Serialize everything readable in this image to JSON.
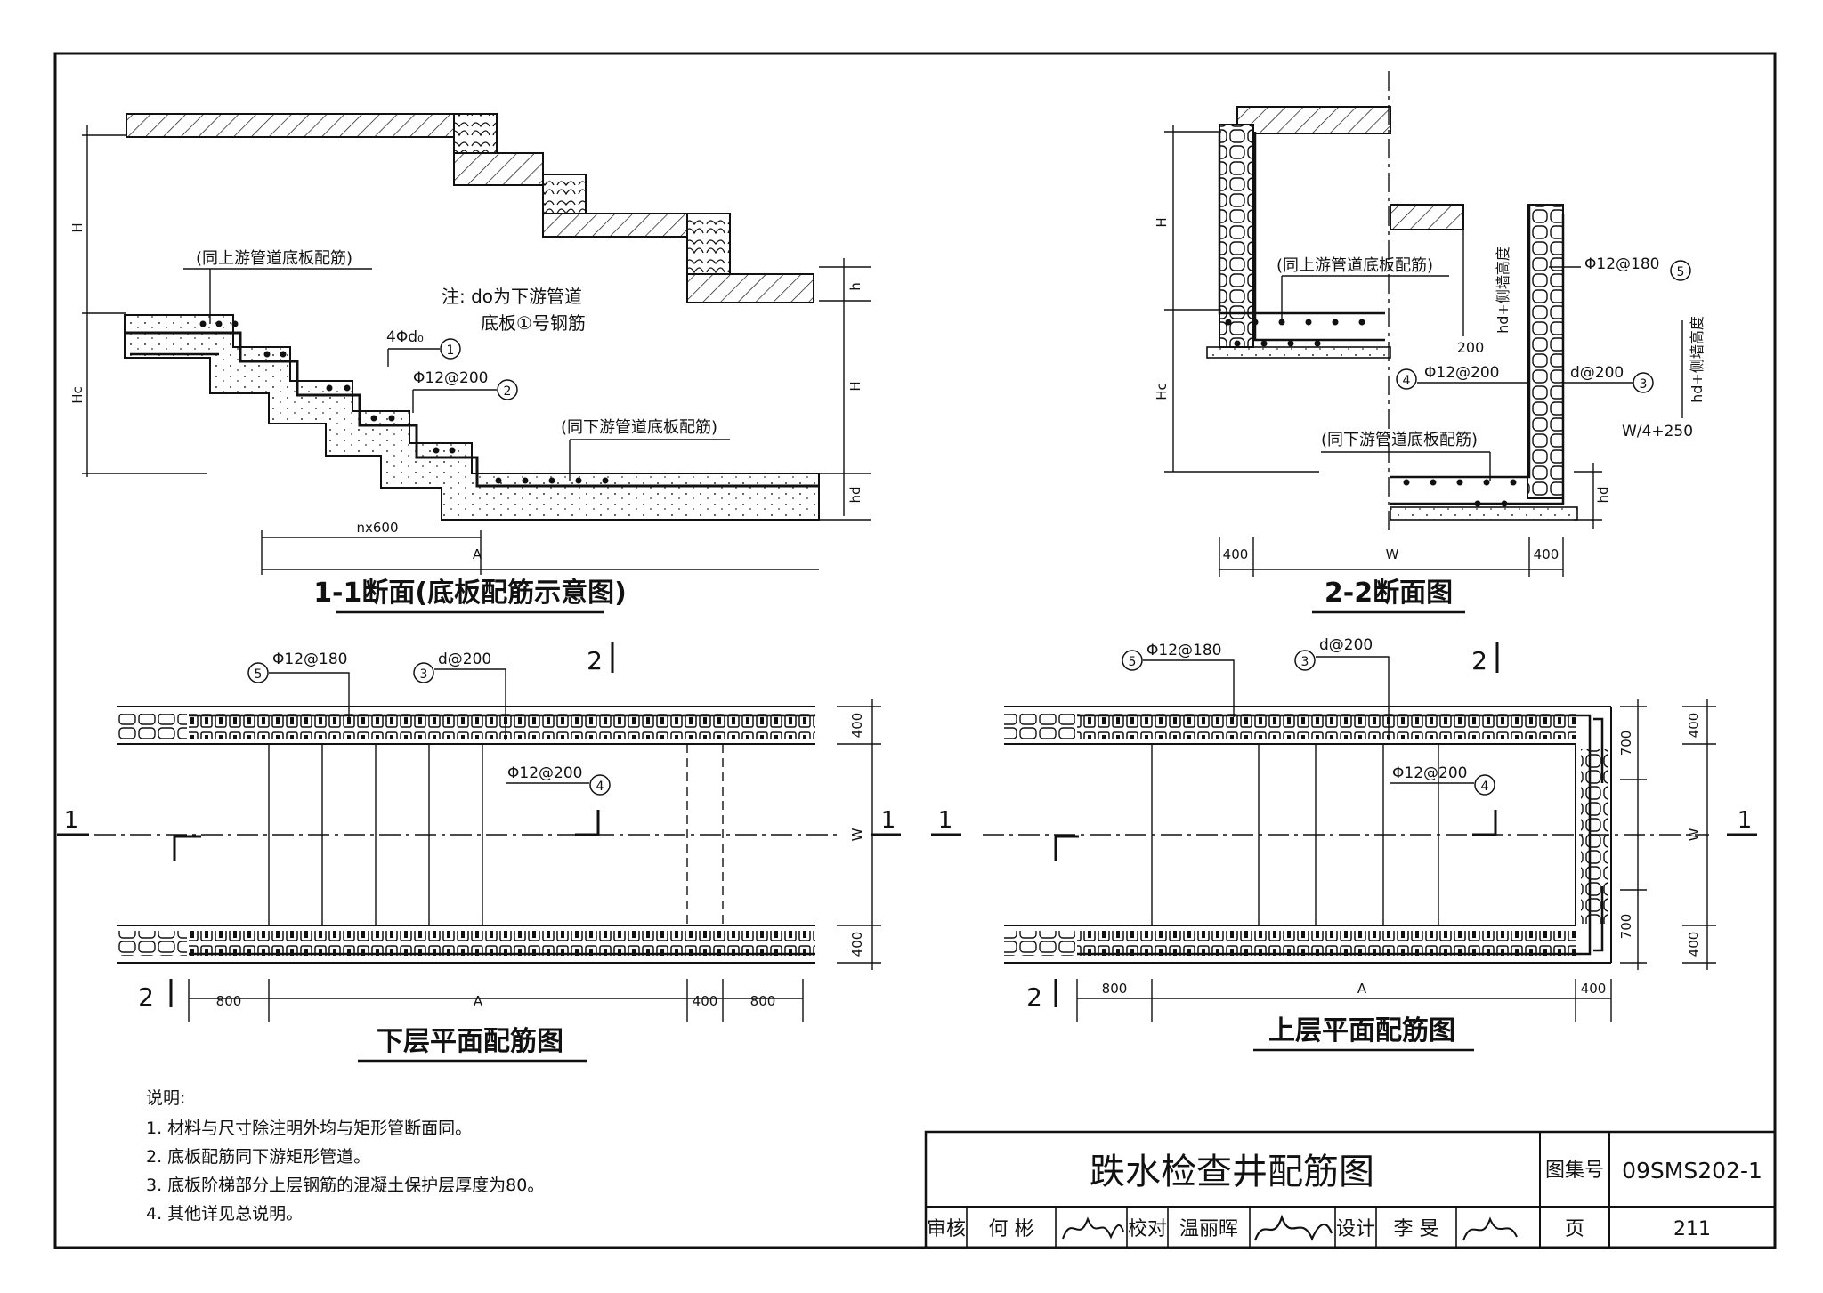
{
  "sec11": {
    "title": "1-1断面(底板配筋示意图)",
    "dim_H_left": "H",
    "dim_Hc": "Hc",
    "dim_h": "h",
    "dim_H_right": "H",
    "dim_hd": "hd",
    "dim_nx600": "nx600",
    "dim_A": "A",
    "note_upstream": "(同上游管道底板配筋)",
    "note_downstream": "(同下游管道底板配筋)",
    "note_line1": "注: do为下游管道",
    "note_line2": "底板①号钢筋",
    "bar1": "4Φd₀",
    "bar1_no": "1",
    "bar2": "Φ12@200",
    "bar2_no": "2"
  },
  "sec22": {
    "title": "2-2断面图",
    "dim_H": "H",
    "dim_Hc": "Hc",
    "dim_200": "200",
    "dim_hd": "hd",
    "dim_400_left": "400",
    "dim_W": "W",
    "dim_400_right": "400",
    "note_upstream": "(同上游管道底板配筋)",
    "note_downstream": "(同下游管道底板配筋)",
    "rot_height": "hd+侧墙高度",
    "rot_height2": "hd+侧墙高度",
    "bar5": "Φ12@180",
    "bar5_no": "5",
    "bar4": "Φ12@200",
    "bar4_no": "4",
    "bar3": "d@200",
    "bar3_no": "3",
    "w_formula": "W/4+250"
  },
  "lower": {
    "title": "下层平面配筋图",
    "bar5": "Φ12@180",
    "bar5_no": "5",
    "bar3": "d@200",
    "bar3_no": "3",
    "bar4": "Φ12@200",
    "bar4_no": "4",
    "sec_mark_2": "2",
    "sec_mark_2b": "2",
    "sec_mark_1l": "1",
    "sec_mark_1r": "1",
    "dim_800a": "800",
    "dim_A": "A",
    "dim_400": "400",
    "dim_800b": "800",
    "dim_400_top": "400",
    "dim_400_bot": "400",
    "dim_W": "W"
  },
  "upper": {
    "title": "上层平面配筋图",
    "bar5": "Φ12@180",
    "bar5_no": "5",
    "bar3": "d@200",
    "bar3_no": "3",
    "bar4": "Φ12@200",
    "bar4_no": "4",
    "sec_mark_2": "2",
    "sec_mark_2b": "2",
    "sec_mark_1l": "1",
    "sec_mark_1r": "1",
    "dim_800": "800",
    "dim_A": "A",
    "dim_400": "400",
    "dim_700_top": "700",
    "dim_700_bot": "700",
    "dim_400_top": "400",
    "dim_400_bot": "400",
    "dim_W": "W"
  },
  "notes": {
    "heading": "说明:",
    "items": [
      "1. 材料与尺寸除注明外均与矩形管断面同。",
      "2. 底板配筋同下游矩形管道。",
      "3. 底板阶梯部分上层钢筋的混凝土保护层厚度为80。",
      "4. 其他详见总说明。"
    ]
  },
  "titleblock": {
    "title": "跌水检查井配筋图",
    "atlas_label": "图集号",
    "atlas_no": "09SMS202-1",
    "review_label": "审核",
    "review_name": "何 彬",
    "check_label": "校对",
    "check_name": "温丽晖",
    "design_label": "设计",
    "design_name": "李 旻",
    "page_label": "页",
    "page_no": "211"
  }
}
